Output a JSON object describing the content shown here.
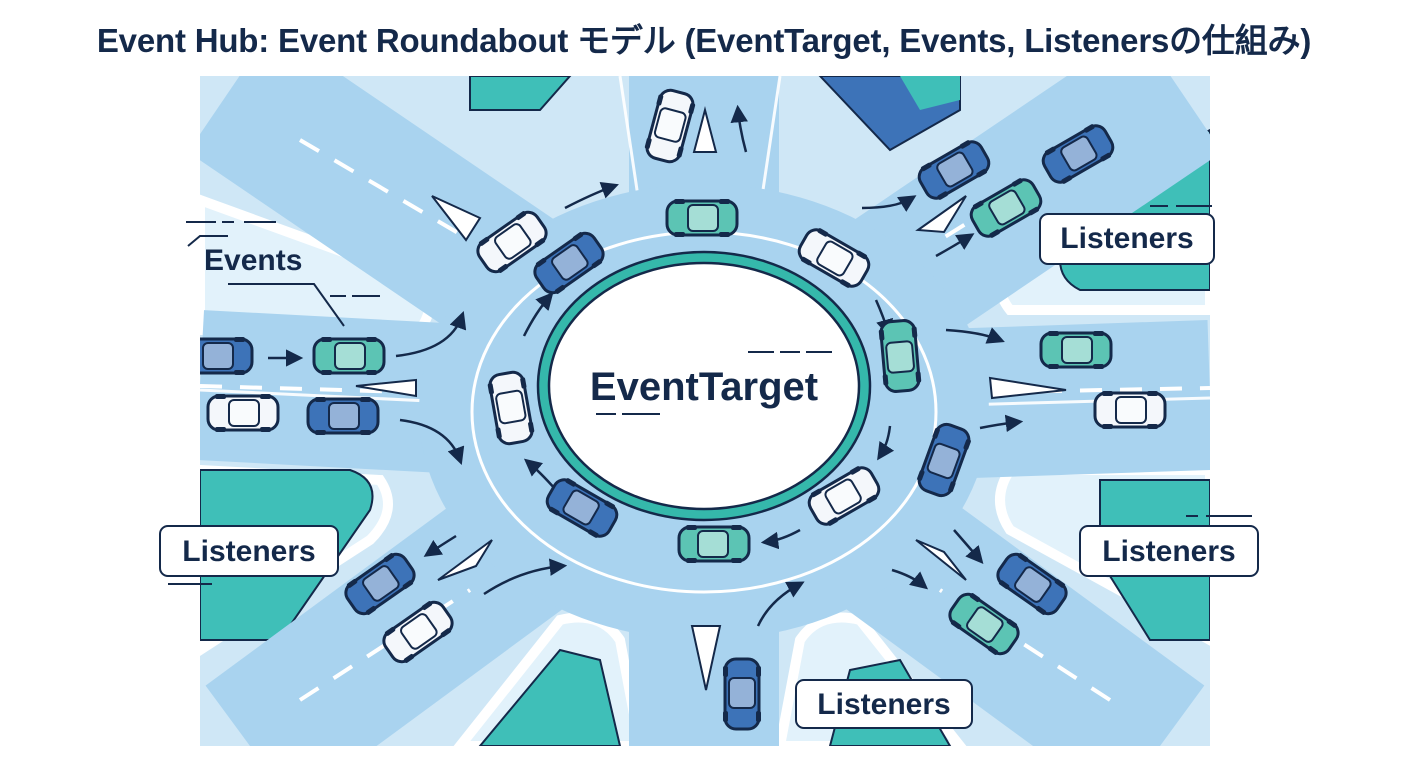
{
  "title": "Event Hub: Event Roundabout モデル (EventTarget, Events, Listenersの仕組み)",
  "center_label": "EventTarget",
  "labels": {
    "events": "Events",
    "listeners_ne": "Listeners",
    "listeners_w": "Listeners",
    "listeners_e": "Listeners",
    "listeners_s": "Listeners"
  },
  "colors": {
    "road": "#a9d3ef",
    "road_light": "#d6ecf8",
    "teal": "#3fbfb8",
    "navy": "#14294a",
    "ring": "#35b8ab",
    "car_blue": "#3d73b8",
    "car_teal": "#5cc4b4",
    "car_white": "#f4f7fb"
  },
  "icons": [
    "car-icon",
    "arrow-icon"
  ]
}
